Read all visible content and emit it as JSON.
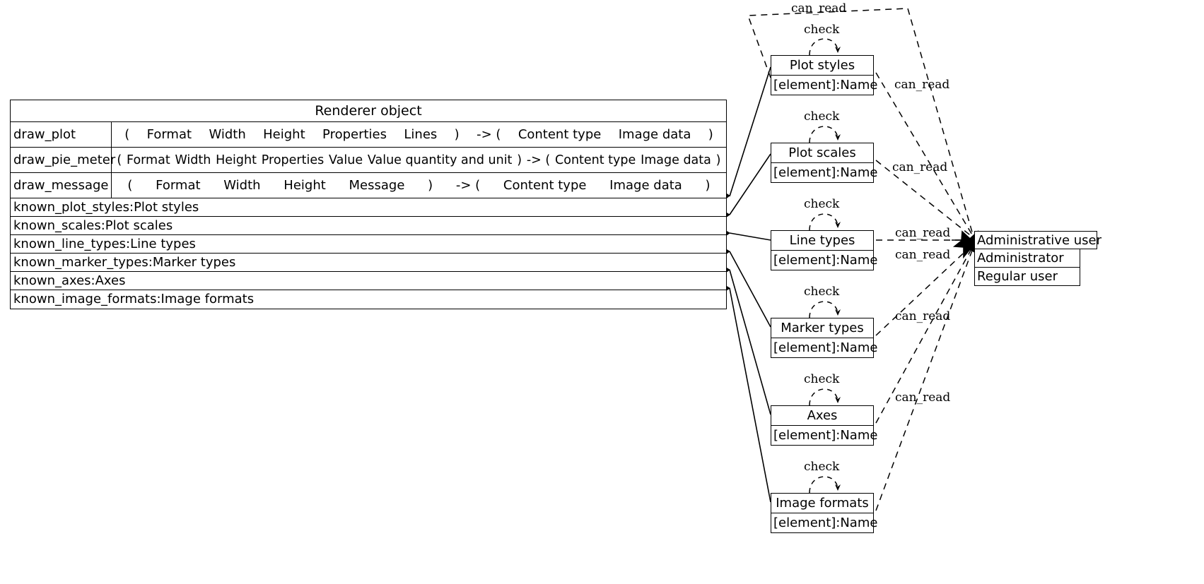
{
  "diagram": {
    "type": "uml-class-diagram",
    "background": "#ffffff",
    "line_color": "#000000"
  },
  "renderer": {
    "title": "Renderer object",
    "methods": [
      {
        "name": "draw_plot",
        "params": [
          "(",
          "Format",
          "Width",
          "Height",
          "Properties",
          "Lines",
          ")"
        ],
        "arrow": "-> (",
        "returns": [
          "Content type",
          "Image data",
          ")"
        ]
      },
      {
        "name": "draw_pie_meter",
        "params": [
          "(",
          "Format",
          "Width",
          "Height",
          "Properties",
          "Value",
          "Value quantity and unit",
          ")"
        ],
        "arrow": "-> (",
        "returns": [
          "Content type",
          "Image data",
          ")"
        ]
      },
      {
        "name": "draw_message",
        "params": [
          "(",
          "Format",
          "Width",
          "Height",
          "Message",
          ")"
        ],
        "arrow": "-> (",
        "returns": [
          "Content type",
          "Image data",
          ")"
        ]
      }
    ],
    "attributes": [
      "known_plot_styles:Plot styles",
      "known_scales:Plot scales",
      "known_line_types:Line types",
      "known_marker_types:Marker types",
      "known_axes:Axes",
      "known_image_formats:Image formats"
    ]
  },
  "elements": [
    {
      "title": "Plot styles",
      "attribute": "[element]:Name"
    },
    {
      "title": "Plot scales",
      "attribute": "[element]:Name"
    },
    {
      "title": "Line types",
      "attribute": "[element]:Name"
    },
    {
      "title": "Marker types",
      "attribute": "[element]:Name"
    },
    {
      "title": "Axes",
      "attribute": "[element]:Name"
    },
    {
      "title": "Image formats",
      "attribute": "[element]:Name"
    }
  ],
  "user": {
    "title": "Administrative user",
    "roles": [
      "Administrator",
      "Regular user"
    ]
  },
  "edge_labels": {
    "check": "check",
    "can_read": "can_read"
  },
  "checks": [
    {
      "label": "check"
    },
    {
      "label": "check"
    },
    {
      "label": "check"
    },
    {
      "label": "check"
    },
    {
      "label": "check"
    },
    {
      "label": "check"
    }
  ],
  "can_reads": [
    {
      "label": "can_read"
    },
    {
      "label": "can_read"
    },
    {
      "label": "can_read"
    },
    {
      "label": "can_read"
    },
    {
      "label": "can_read"
    },
    {
      "label": "can_read"
    },
    {
      "label": "can_read"
    }
  ]
}
